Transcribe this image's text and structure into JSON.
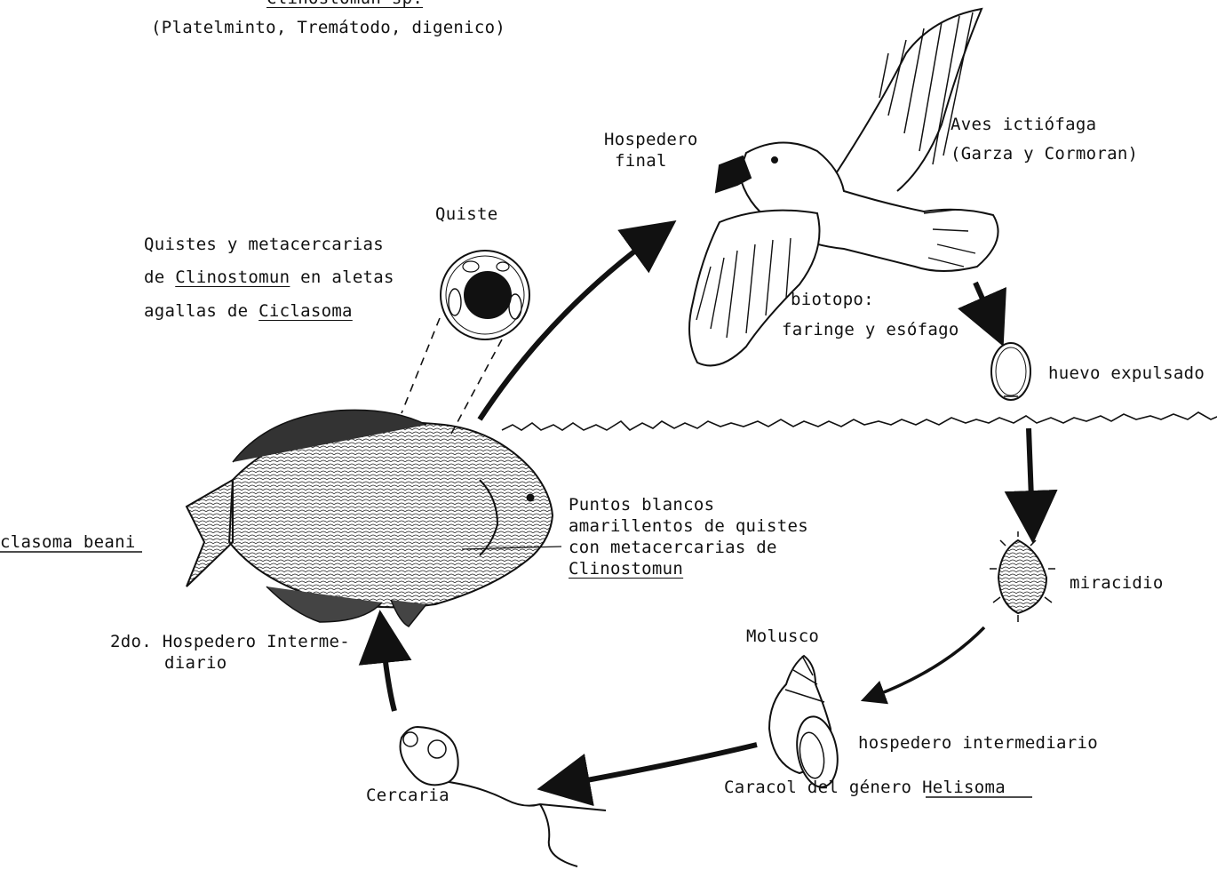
{
  "header": {
    "top_line_partial": "Clinostomun sp.",
    "classification": "(Platelminto, Tremátodo, digenico)"
  },
  "final_host": {
    "title_line1": "Hospedero",
    "title_line2": "final",
    "bird_label_line1": "Aves ictiófaga",
    "bird_label_line2": "(Garza y Cormoran)",
    "biotope_line1": "biotopo:",
    "biotope_line2": "faringe y esófago"
  },
  "cyst": {
    "title": "Quiste",
    "desc_line1": "Quistes y metacercarias",
    "desc_line2_prefix": "de",
    "desc_line2_genus": "Clinostomun",
    "desc_line2_suffix": "en aletas",
    "desc_line3_prefix": "agallas de",
    "desc_line3_genus": "Ciclasoma"
  },
  "egg": {
    "label": "huevo expulsado"
  },
  "miracidium": {
    "label": "miracidio"
  },
  "snail": {
    "title": "Molusco",
    "role": "hospedero intermediario",
    "caption_prefix": "Caracol del género",
    "caption_genus": "Helisoma"
  },
  "cercaria": {
    "label": "Cercaria"
  },
  "fish": {
    "species_partial": "clasoma beani",
    "host_line1": "2do. Hospedero Interme-",
    "host_line2": "diario",
    "spots_line1": "Puntos blancos",
    "spots_line2": "amarillentos de quistes",
    "spots_line3": "con metacercarias de",
    "spots_line4": "Clinostomun"
  }
}
